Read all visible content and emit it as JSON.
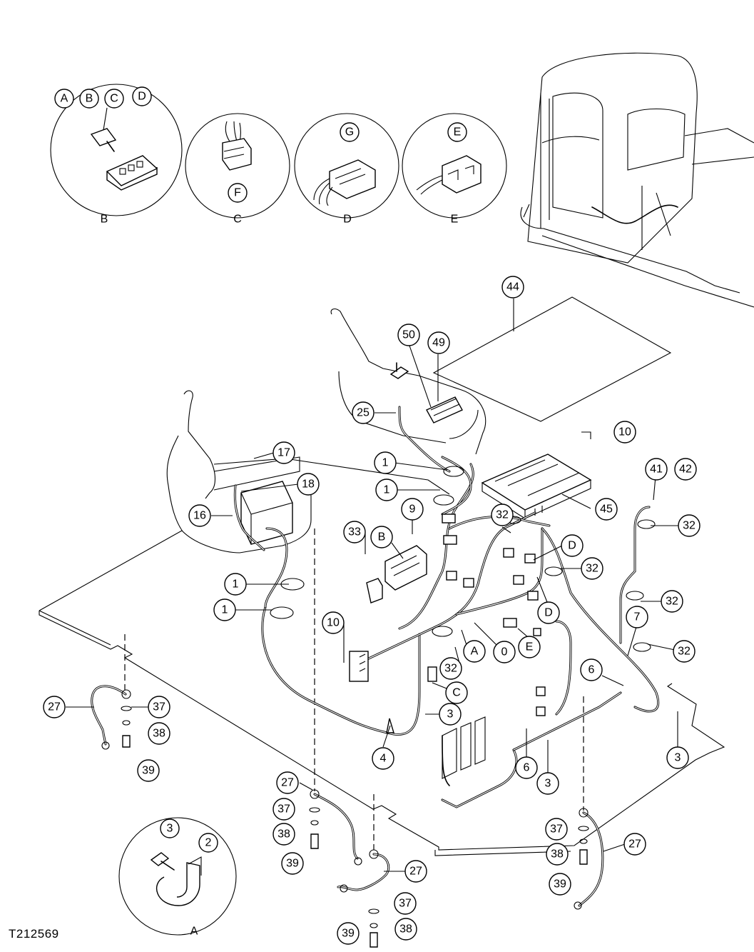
{
  "figure_id": "T212569",
  "details": {
    "B": {
      "tags": [
        "A",
        "B",
        "C",
        "D"
      ],
      "caption": "B"
    },
    "C": {
      "tag": "F",
      "caption": "C"
    },
    "D": {
      "tag": "G",
      "caption": "D"
    },
    "E": {
      "tag": "E",
      "caption": "E"
    },
    "A": {
      "caption": "A",
      "tags": [
        "3",
        "2"
      ]
    }
  },
  "callouts": {
    "c44": "44",
    "c50": "50",
    "c49": "49",
    "c25": "25",
    "c10a": "10",
    "c17": "17",
    "c18": "18",
    "c16": "16",
    "c1a": "1",
    "c1b": "1",
    "c1c": "1",
    "c1d": "1",
    "c9": "9",
    "c33": "33",
    "cB": "B",
    "c32a": "32",
    "cD1": "D",
    "c32b": "32",
    "cD2": "D",
    "c41": "41",
    "c42": "42",
    "c32c": "32",
    "c32d": "32",
    "c45": "45",
    "c10b": "10",
    "c32e": "32",
    "cA": "A",
    "c0": "0",
    "cE": "E",
    "c7": "7",
    "c32f": "32",
    "c6a": "6",
    "cC": "C",
    "c3a": "3",
    "c4": "4",
    "c6b": "6",
    "c3b": "3",
    "c3c": "3",
    "c27a": "27",
    "c37a": "37",
    "c38a": "38",
    "c39a": "39",
    "c27b": "27",
    "c37b": "37",
    "c38b": "38",
    "c39b": "39",
    "c27c": "27",
    "c37c": "37",
    "c38c": "38",
    "c39c": "39",
    "c27d": "27",
    "c37d": "37",
    "c38d": "38",
    "c39d": "39"
  }
}
